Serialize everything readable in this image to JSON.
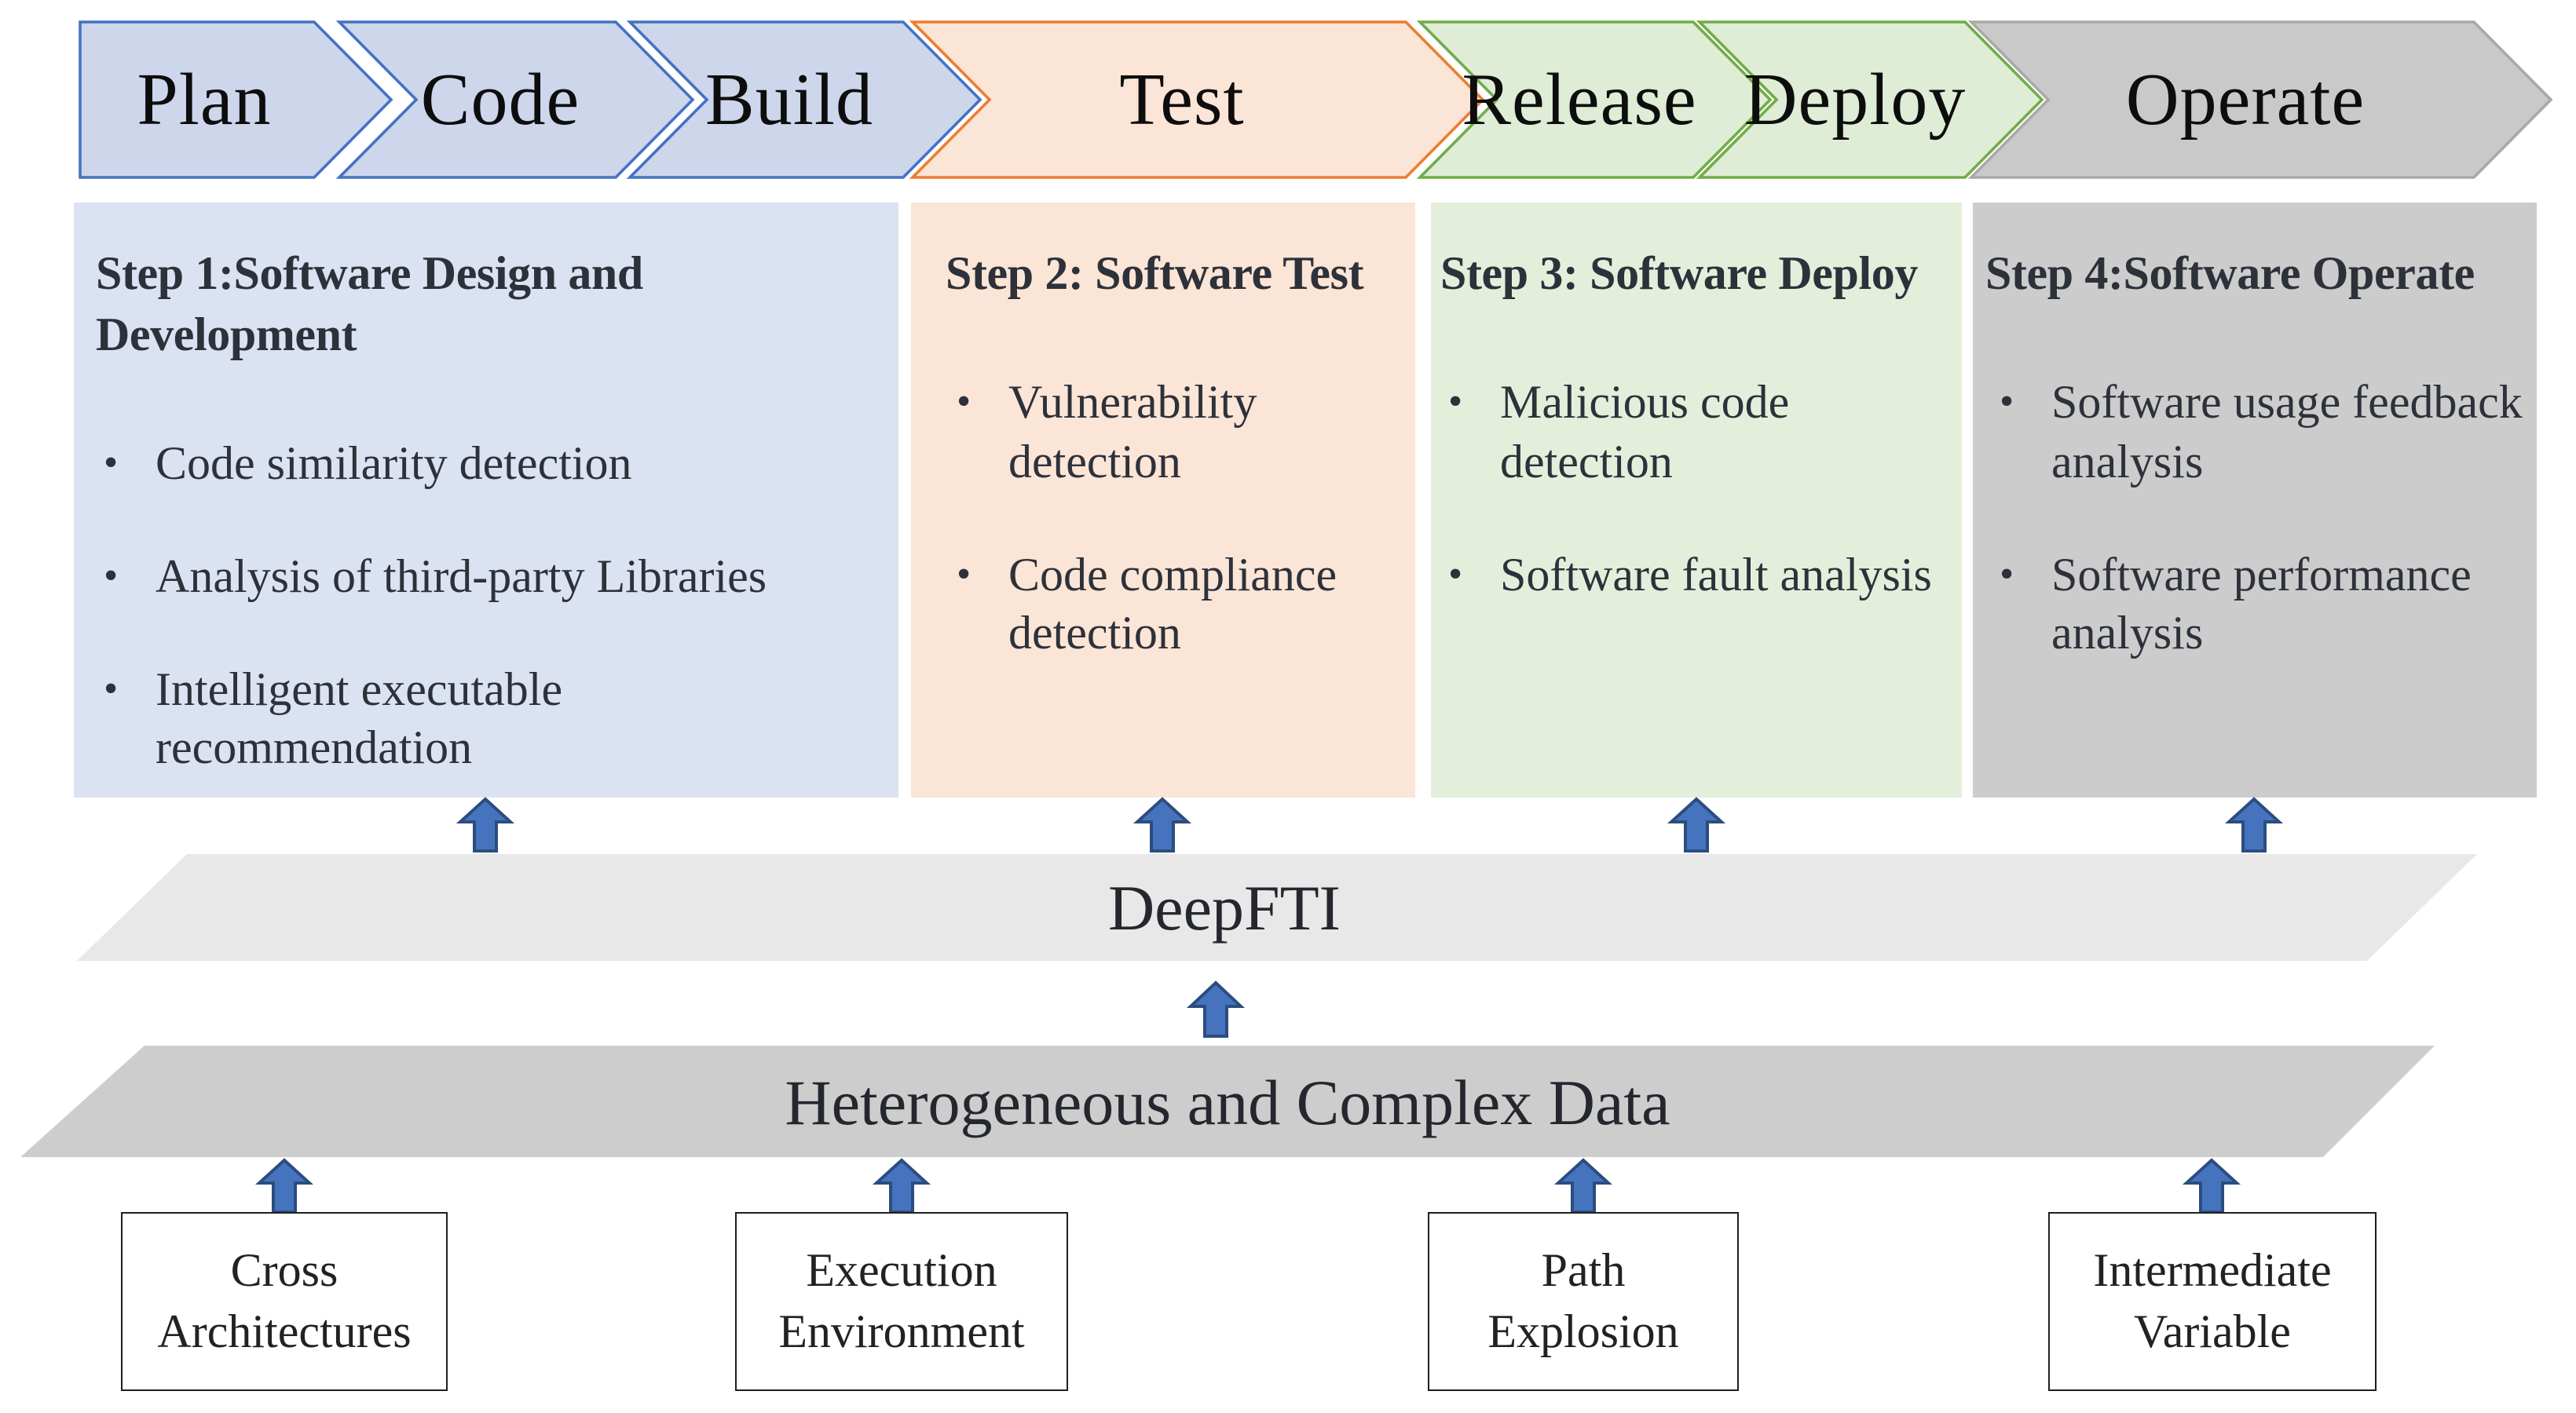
{
  "stages": [
    {
      "label": "Plan"
    },
    {
      "label": "Code"
    },
    {
      "label": "Build"
    },
    {
      "label": "Test"
    },
    {
      "label": "Release"
    },
    {
      "label": "Deploy"
    },
    {
      "label": "Operate"
    }
  ],
  "steps": [
    {
      "title": "Step 1:Software Design and Development",
      "bullets": [
        "Code similarity detection",
        "Analysis of third-party Libraries",
        "Intelligent executable recommendation"
      ]
    },
    {
      "title": "Step 2: Software Test",
      "bullets": [
        "Vulnerability detection",
        "Code compliance detection"
      ]
    },
    {
      "title": "Step 3: Software Deploy",
      "bullets": [
        "Malicious code detection",
        "Software fault analysis"
      ]
    },
    {
      "title": "Step 4:Software Operate",
      "bullets": [
        "Software usage feedback analysis",
        "Software performance analysis"
      ]
    }
  ],
  "bands": {
    "middle": {
      "label": "DeepFTI"
    },
    "data": {
      "label": "Heterogeneous and Complex Data"
    }
  },
  "sources": [
    {
      "label": "Cross Architectures"
    },
    {
      "label": "Execution Environment"
    },
    {
      "label": "Path Explosion"
    },
    {
      "label": "Intermediate Variable"
    }
  ],
  "colors": {
    "stage_blue_fill": "#cdd6eb",
    "stage_blue_border": "#4472c4",
    "stage_orange_fill": "#fbe5d6",
    "stage_orange_border": "#ed7d31",
    "stage_green_fill": "#dfecd6",
    "stage_green_border": "#70ad47",
    "stage_gray_fill": "#c9c9c9",
    "stage_gray_border": "#a9a9a9",
    "panel_blue": "#dbe2f1",
    "panel_orange": "#fbe5d6",
    "panel_green": "#e3efdb",
    "panel_gray": "#cccccc",
    "band_light": "#e8e8e8",
    "band_dark": "#cdcdcd",
    "arrow_fill": "#4673be",
    "arrow_border": "#2b4d7e"
  }
}
